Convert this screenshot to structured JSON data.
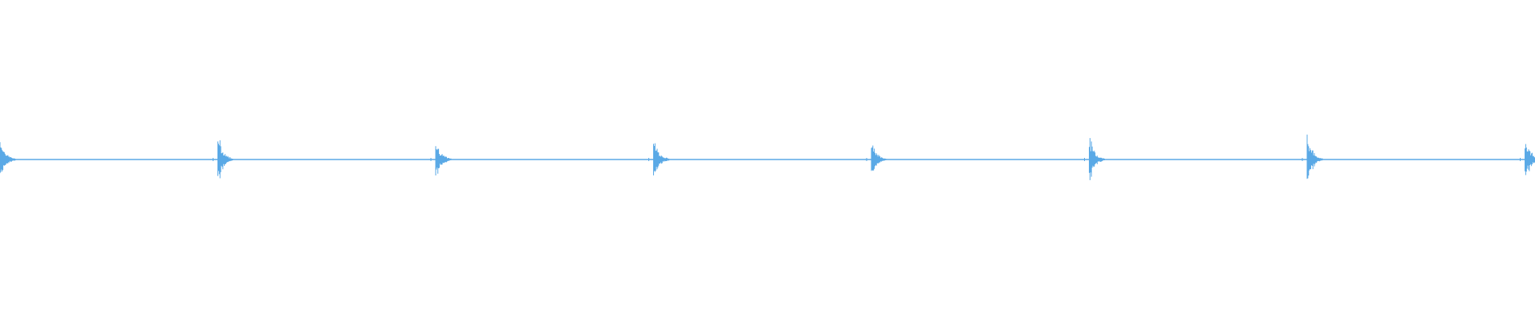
{
  "waveform": {
    "color": "#5aa9e6",
    "transient_count": 8,
    "peak_amplitudes": [
      0.78,
      0.88,
      0.72,
      0.78,
      0.66,
      0.84,
      0.9,
      0.84
    ]
  }
}
